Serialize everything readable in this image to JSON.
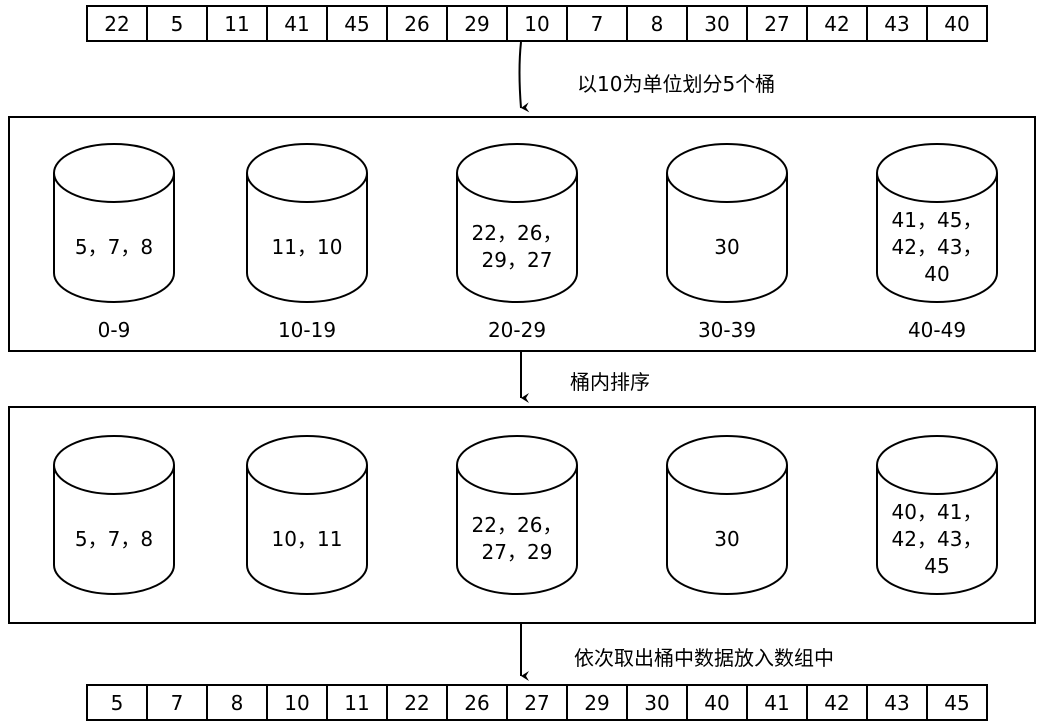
{
  "input_array": [
    "22",
    "5",
    "11",
    "41",
    "45",
    "26",
    "29",
    "10",
    "7",
    "8",
    "30",
    "27",
    "42",
    "43",
    "40"
  ],
  "output_array": [
    "5",
    "7",
    "8",
    "10",
    "11",
    "22",
    "26",
    "27",
    "29",
    "30",
    "40",
    "41",
    "42",
    "43",
    "45"
  ],
  "steps": {
    "split": "以10为单位划分5个桶",
    "sort": "桶内排序",
    "collect": "依次取出桶中数据放入数组中"
  },
  "buckets_unsorted": [
    {
      "range": "0-9",
      "content": "5，7，8"
    },
    {
      "range": "10-19",
      "content": "11，10"
    },
    {
      "range": "20-29",
      "content": "22，26，\n29，27"
    },
    {
      "range": "30-39",
      "content": "30"
    },
    {
      "range": "40-49",
      "content": "41，45，\n42，43，\n40"
    }
  ],
  "buckets_sorted": [
    {
      "content": "5，7，8"
    },
    {
      "content": "10，11"
    },
    {
      "content": "22，26，\n27，29"
    },
    {
      "content": "30"
    },
    {
      "content": "40，41，\n42，43，\n45"
    }
  ]
}
